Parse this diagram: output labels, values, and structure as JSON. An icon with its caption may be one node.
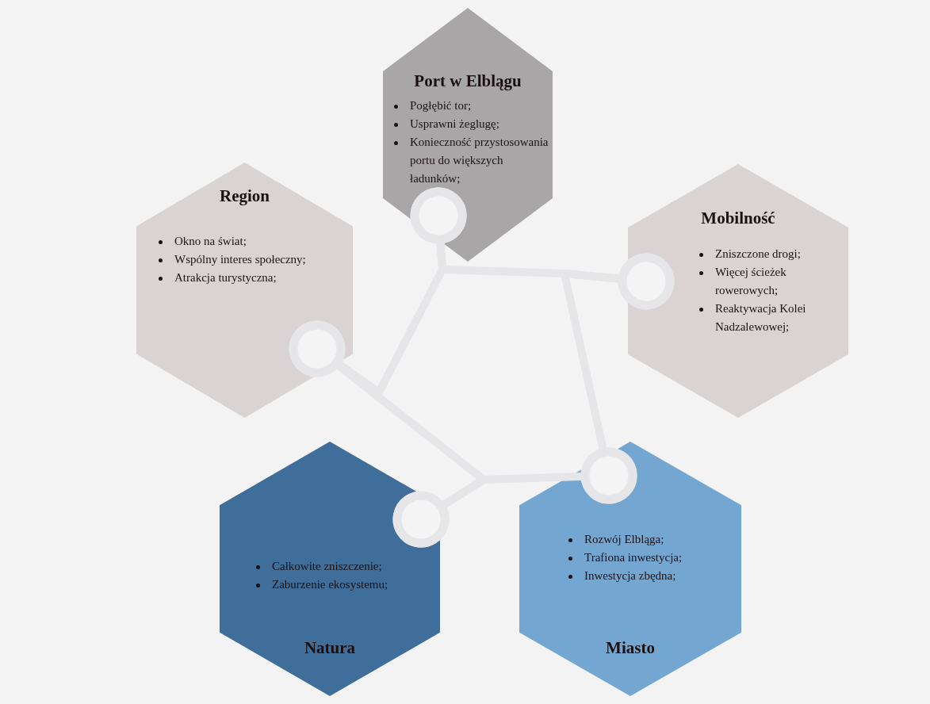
{
  "diagram": {
    "nodes": [
      {
        "text": [
          "Port w Elblągu",
          "Pogłębić tor;",
          "Usprawni żeglugę;",
          "Konieczność przystosowania portu do większych ładunków;"
        ]
      },
      {
        "text": [
          "Region",
          "Okno na świat;",
          "Wspólny interes społeczny;",
          "Atrakcja turystyczna;"
        ]
      },
      {
        "text": [
          "Mobilność",
          "Zniszczone drogi;",
          "Więcej ścieżek rowerowych;",
          "Reaktywacja Kolei Nadzalewowej;"
        ]
      },
      {
        "text": [
          "Całkowite zniszczenie;",
          "Zaburzenie ekosystemu;",
          "Natura"
        ]
      },
      {
        "text": [
          "Rozwój Elbląga;",
          "Trafiona inwestycja;",
          "Inwestycja zbędna;",
          "Miasto"
        ]
      }
    ],
    "edges": [
      {
        "from": 0,
        "to": 2,
        "arrow": "other"
      },
      {
        "from": 2,
        "to": 4,
        "arrow": "other"
      },
      {
        "from": 4,
        "to": 3,
        "arrow": "other"
      },
      {
        "from": 3,
        "to": 1,
        "arrow": "other"
      },
      {
        "from": 1,
        "to": 0,
        "arrow": "other"
      }
    ]
  }
}
